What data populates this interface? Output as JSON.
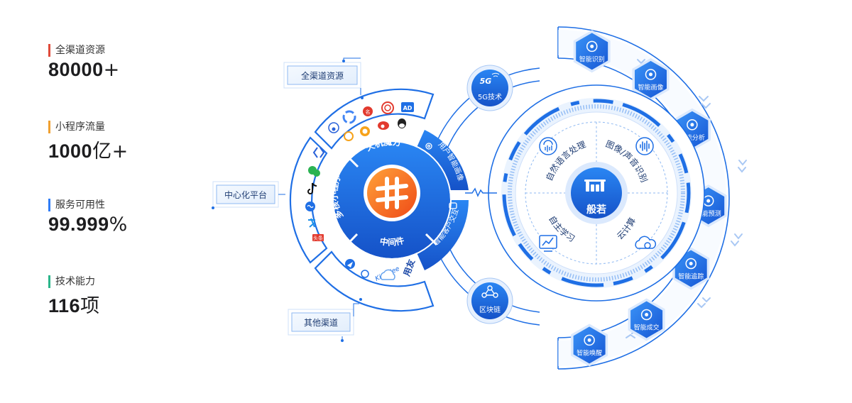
{
  "stats": [
    {
      "label": "全渠道资源",
      "value": "80000",
      "unit": "+",
      "color": "#e04a3a"
    },
    {
      "label": "小程序流量",
      "value": "1000",
      "unit": "亿+",
      "color": "#f0a030"
    },
    {
      "label": "服务可用性",
      "value": "99.999",
      "unit": "%",
      "color": "#2f7cf6"
    },
    {
      "label": "技术能力",
      "value": "116",
      "unit": "项",
      "color": "#2bb58a"
    }
  ],
  "tags": {
    "all_channel": "全渠道资源",
    "central_platform": "中心化平台",
    "other_channels": "其他渠道"
  },
  "rings": {
    "magic_cube": "天机魔方",
    "multi_mini": "多核小程序",
    "middleware": "中间件",
    "user_profile": "用户智能画像",
    "smart_interact": "智能客户交互"
  },
  "other_logos": {
    "kingdee": "Kingdee",
    "yonyou": "用友"
  },
  "tech": {
    "five_g": "5G技术",
    "five_g_badge": "5G",
    "blockchain": "区块链"
  },
  "core": {
    "name": "般若",
    "nlp": "自然语言处理",
    "image_audio": "图像/声音识别",
    "self_learning": "自主学习",
    "cloud": "云计算"
  },
  "capabilities": [
    "智能识别",
    "智能画像",
    "智能分析",
    "智能预测",
    "智能追踪",
    "智能成交",
    "智能唤醒"
  ],
  "app_icons": {
    "toutiao": "头条",
    "ad": "AD",
    "weibo_like": "名"
  },
  "colors": {
    "primary": "#1f6fe5",
    "deep": "#1552c8",
    "light": "#e9f2fe",
    "orange": "#f26a1b"
  }
}
